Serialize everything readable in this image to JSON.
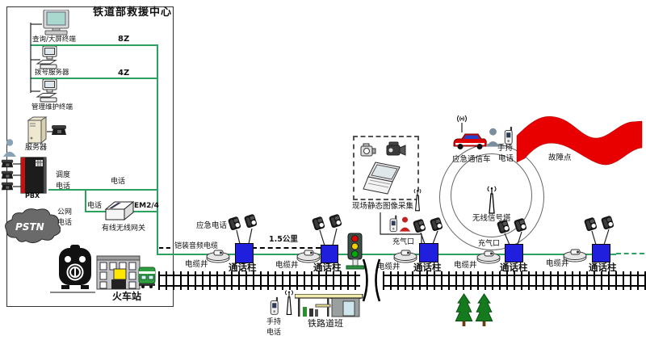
{
  "colors": {
    "cable_green": "#2da15f",
    "post_blue": "#1f1fdd",
    "alert_red": "#e80000"
  },
  "rescue_center": {
    "title": "铁道部救援中心",
    "terminals": [
      {
        "label": "查询/大屏终端",
        "tag": "8Z"
      },
      {
        "label": "拨号服务器",
        "tag": "4Z"
      },
      {
        "label": "管理维护终端"
      }
    ],
    "server_label": "服务器",
    "pbx": {
      "name": "PBX",
      "line1": "调度",
      "line2": "电话"
    },
    "pbx_line_label": "电话",
    "pstn": {
      "name": "PSTN",
      "line1": "公网",
      "line2": "电话"
    },
    "gateway": {
      "phone_label": "电话",
      "port_label": "EM2/4",
      "label": "有线无线网关"
    },
    "station_label": "火车站"
  },
  "lineside": {
    "emergency_phone_label": "应急电话",
    "armored_cable_label": "铠装音频电缆",
    "distance_label": "1.5公里",
    "cable_wells": [
      "电缆井",
      "电缆井",
      "电缆井",
      "电缆井",
      "电缆井"
    ],
    "call_posts": [
      "通话柱",
      "通话柱",
      "通话柱",
      "通话柱",
      "通话柱"
    ],
    "air_ports": [
      "充气口",
      "充气口"
    ]
  },
  "scene": {
    "image_capture_label": "现场静态图像采集",
    "comm_vehicle_label": "应急通信车",
    "handheld_by_vehicle": {
      "line1": "手持",
      "line2": "电话"
    },
    "fault_point_label": "故障点",
    "wireless_tower_label": "无线信号塔",
    "handheld_by_depot": {
      "line1": "手持",
      "line2": "电话"
    },
    "rail_depot_label": "铁路道班"
  }
}
